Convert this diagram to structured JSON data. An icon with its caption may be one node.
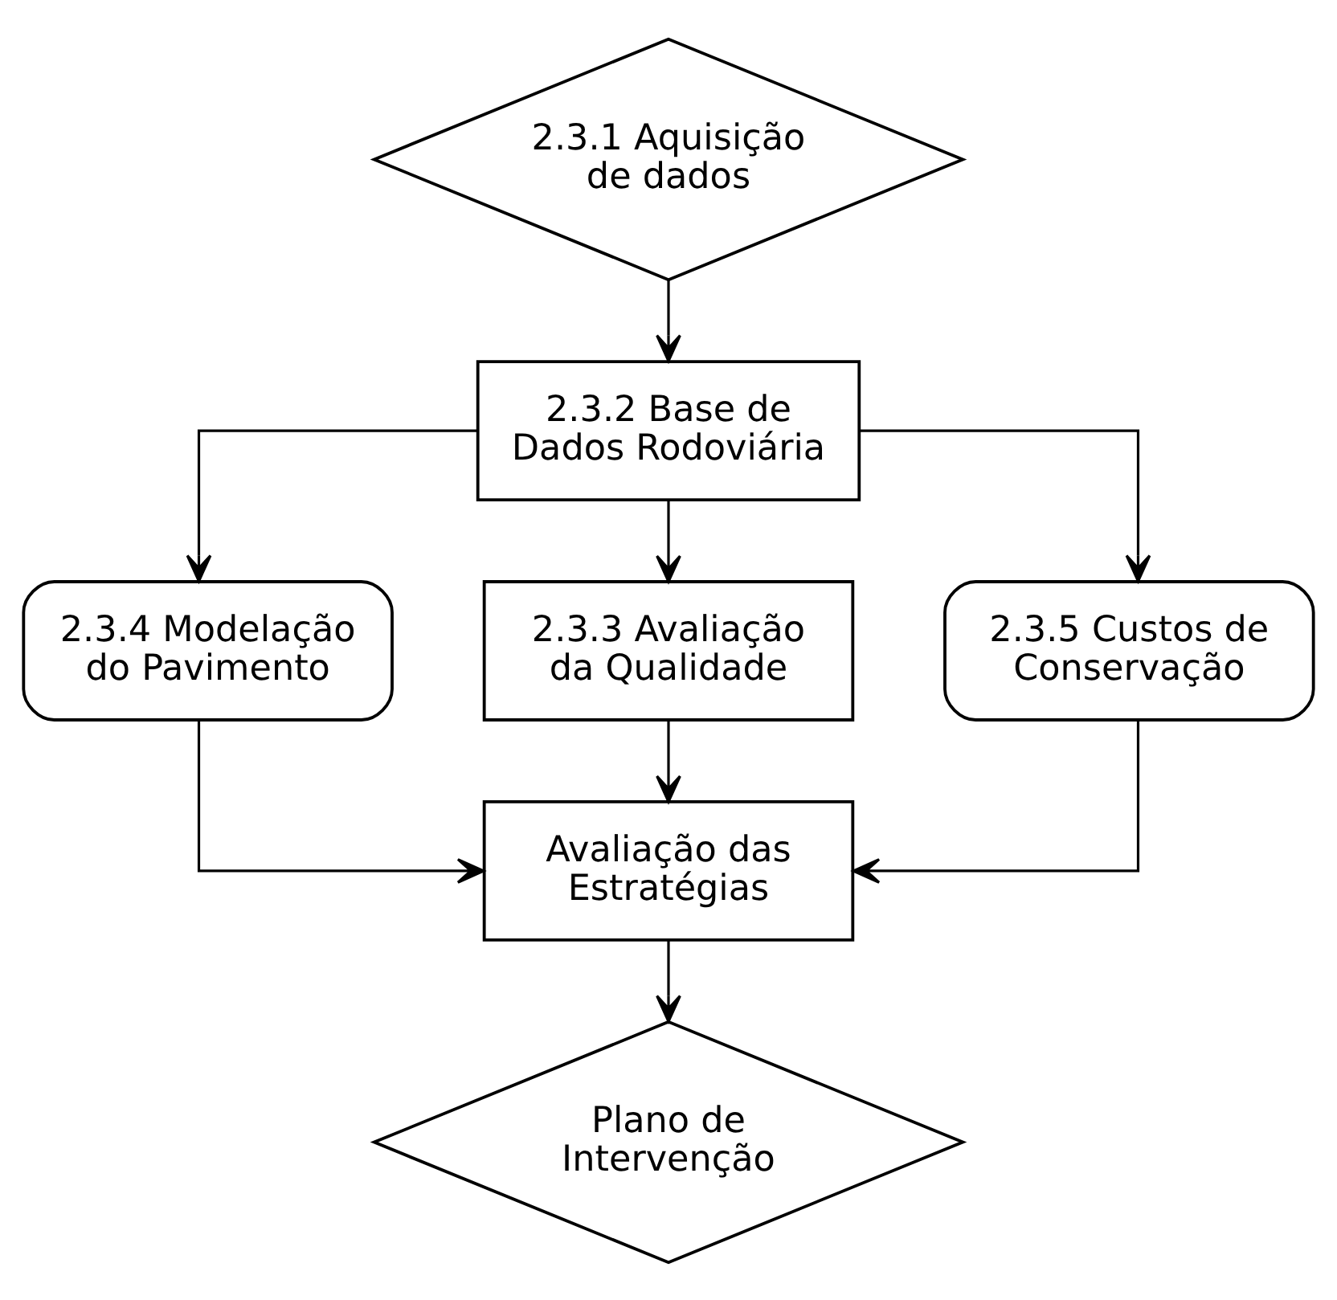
{
  "diagram": {
    "nodes": [
      {
        "text": [
          "2.3.1 Aquisição de dados"
        ]
      },
      {
        "text": [
          "2.3.2 Base de Dados Rodoviária"
        ]
      },
      {
        "text": [
          "2.3.4 Modelação do Pavimento"
        ]
      },
      {
        "text": [
          "2.3.3 Avaliação da Qualidade"
        ]
      },
      {
        "text": [
          "2.3.5 Custos de Conservação"
        ]
      },
      {
        "text": [
          "Avaliação das Estratégias"
        ]
      },
      {
        "text": [
          "Plano de Intervenção"
        ]
      }
    ],
    "edges": [
      {
        "from": 0,
        "to": 1,
        "arrow": "to"
      },
      {
        "from": 1,
        "to": 2,
        "arrow": "to"
      },
      {
        "from": 1,
        "to": 3,
        "arrow": "to"
      },
      {
        "from": 1,
        "to": 4,
        "arrow": "to"
      },
      {
        "from": 2,
        "to": 5,
        "arrow": "to"
      },
      {
        "from": 3,
        "to": 5,
        "arrow": "to"
      },
      {
        "from": 4,
        "to": 5,
        "arrow": "to"
      },
      {
        "from": 5,
        "to": 6,
        "arrow": "to"
      }
    ]
  }
}
